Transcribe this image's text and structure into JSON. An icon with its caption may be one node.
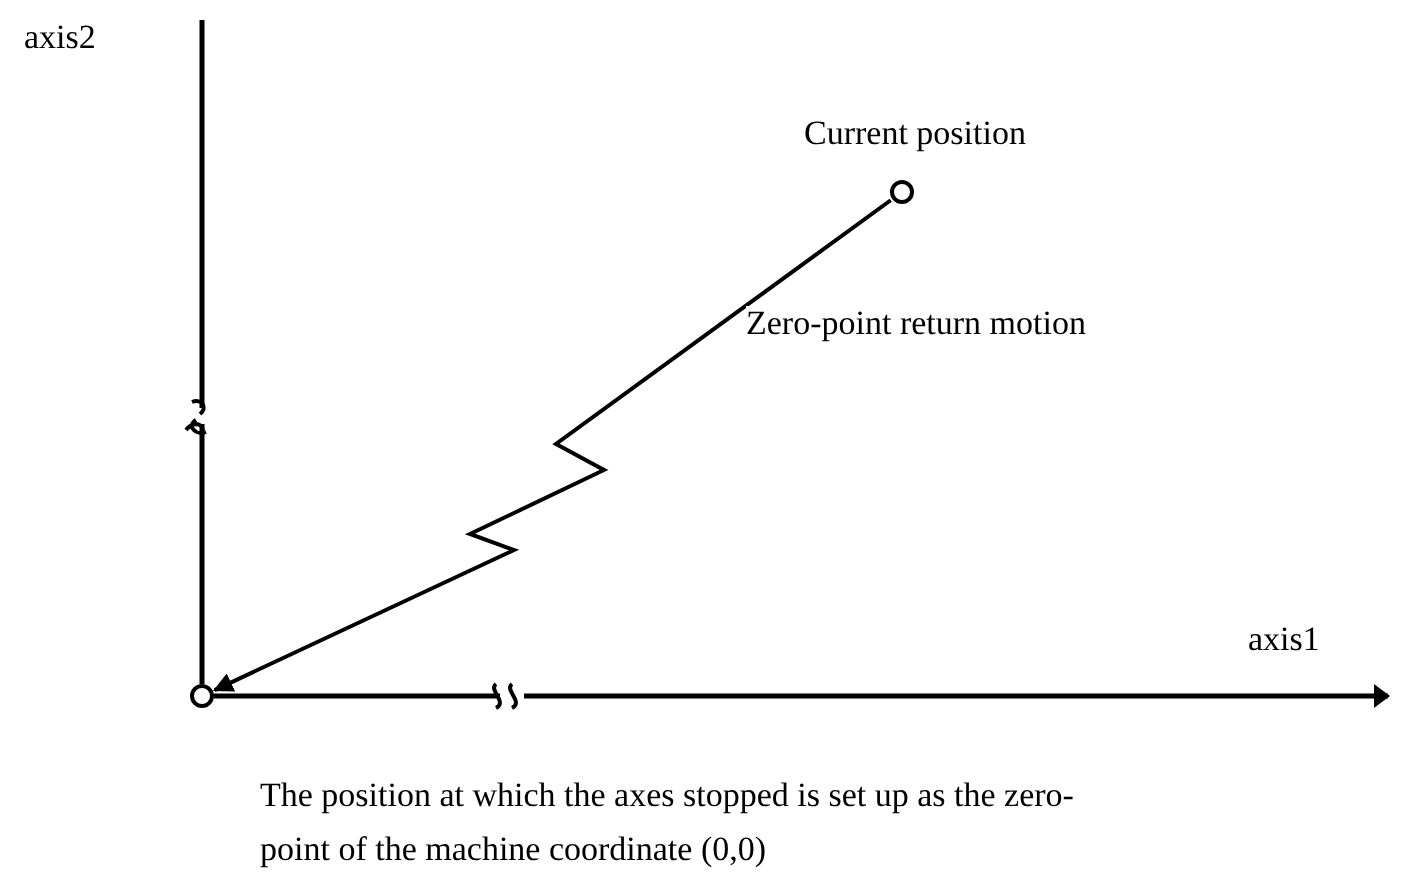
{
  "diagram": {
    "caption": "The position at which the axes stopped is set up as the zero-point of the machine coordinate (0,0)",
    "nodes": [
      {
        "text": [],
        "shape": "circle",
        "beside": [
          "Current position"
        ]
      },
      {
        "text": [],
        "shape": "circle"
      }
    ],
    "edges": [
      {
        "from": 0,
        "to": 1,
        "arrow": "to",
        "label": "Zero-point return motion"
      }
    ],
    "labels": [
      "axis2",
      "axis1"
    ]
  }
}
